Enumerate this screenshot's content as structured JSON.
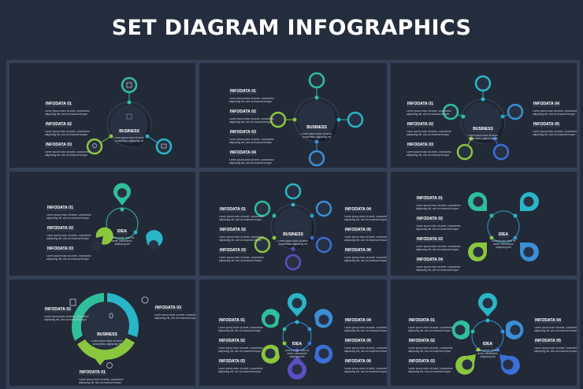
{
  "title": "SET DIAGRAM INFOGRAPHICS",
  "colors": {
    "background": "#242d3d",
    "frame": "#344058",
    "panel": "#222a38",
    "green": "#8bc63f",
    "teal": "#2fbf9a",
    "cyan": "#29b6c8",
    "blue": "#3a8fd6",
    "indigo": "#4a63c9",
    "violet": "#5b4fc2",
    "text": "#ffffff"
  },
  "lorem": "Lorem ipsum dolor sit amet, consectetur adipiscing elit, sed do eiusmod tempor",
  "center_lorem": "Lorem ipsum dolor sit amet, consectetur adipiscing elit",
  "panels": [
    {
      "id": "p1",
      "center_label": "BUSINESS",
      "items": [
        "INFODATA 01",
        "INFODATA 02",
        "INFODATA 03"
      ]
    },
    {
      "id": "p2",
      "center_label": "BUSINESS",
      "items": [
        "INFODATA 01",
        "INFODATA 02",
        "INFODATA 03",
        "INFODATA 04"
      ]
    },
    {
      "id": "p3",
      "center_label": "BUSINESS",
      "items": [
        "INFODATA 01",
        "INFODATA 02",
        "INFODATA 03",
        "INFODATA 04",
        "INFODATA 05"
      ]
    },
    {
      "id": "p4",
      "center_label": "IDEA",
      "items": [
        "INFODATA 01",
        "INFODATA 02",
        "INFODATA 03"
      ]
    },
    {
      "id": "p5",
      "center_label": "BUSINESS",
      "items": [
        "INFODATA 01",
        "INFODATA 02",
        "INFODATA 03",
        "INFODATA 04",
        "INFODATA 05",
        "INFODATA 06"
      ]
    },
    {
      "id": "p6",
      "center_label": "IDEA",
      "items": [
        "INFODATA 01",
        "INFODATA 02",
        "INFODATA 03",
        "INFODATA 04"
      ]
    },
    {
      "id": "p7",
      "center_label": "BUSINESS",
      "items": [
        "INFODATA 01",
        "INFODATA 02",
        "INFODATA 03"
      ]
    },
    {
      "id": "p8",
      "center_label": "IDEA",
      "items": [
        "INFODATA 01",
        "INFODATA 02",
        "INFODATA 03",
        "INFODATA 04",
        "INFODATA 05",
        "INFODATA 06"
      ]
    },
    {
      "id": "p9",
      "center_label": "IDEA",
      "items": [
        "INFODATA 01",
        "INFODATA 02",
        "INFODATA 03",
        "INFODATA 04",
        "INFODATA 05"
      ]
    }
  ]
}
